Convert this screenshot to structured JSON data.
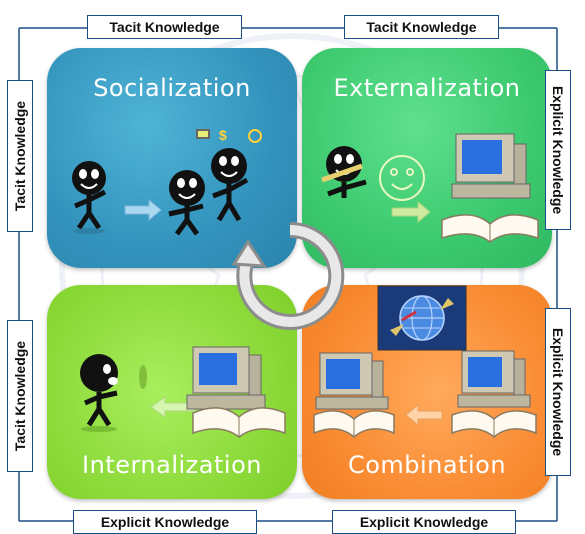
{
  "quadrants": {
    "socialization": "Socialization",
    "externalization": "Externalization",
    "internalization": "Internalization",
    "combination": "Combination"
  },
  "labels": {
    "top_left": "Tacit Knowledge",
    "top_right": "Tacit Knowledge",
    "left_top": "Tacit Knowledge",
    "left_bottom": "Tacit Knowledge",
    "right_top": "Explicit Knowledge",
    "right_bottom": "Explicit Knowledge",
    "bottom_left": "Explicit Knowledge",
    "bottom_right": "Explicit Knowledge"
  },
  "colors": {
    "socialization": "#3393bd",
    "externalization": "#3cc96e",
    "internalization": "#8edb3c",
    "combination": "#fa8c34",
    "connector": "#1a4f86"
  },
  "icons": [
    "smiley-person-icon",
    "computer-icon",
    "open-book-icon",
    "globe-screen-icon",
    "cycle-arrow-icon"
  ]
}
